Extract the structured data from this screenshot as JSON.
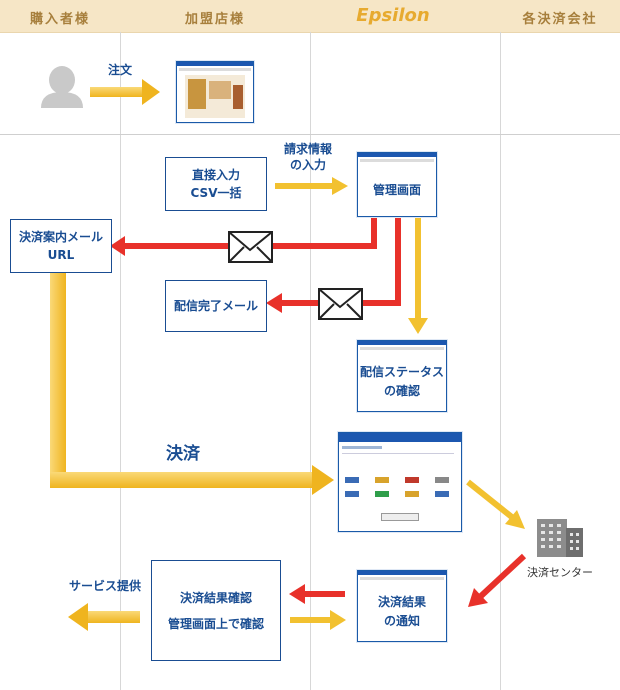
{
  "header": {
    "col_buyer": "購入者様",
    "col_merchant": "加盟店様",
    "col_epsilon": "Epsilon",
    "col_payment": "各決済会社"
  },
  "flow": {
    "order_label": "注文",
    "request_info_line1": "請求情報",
    "request_info_line2": "の入力",
    "direct_input_line1": "直接入力",
    "direct_input_line2": "CSV一括",
    "admin_screen": "管理画面",
    "payment_mail_line1": "決済案内メール",
    "payment_mail_line2": "URL",
    "delivery_done_mail": "配信完了メール",
    "delivery_status_line1": "配信ステータス",
    "delivery_status_line2": "の確認",
    "payment_label": "決済",
    "payment_center": "決済センター",
    "result_notice_line1": "決済結果",
    "result_notice_line2": "の通知",
    "result_check_line1": "決済結果確認",
    "result_check_line2": "管理画面上で確認",
    "service_provide": "サービス提供"
  },
  "colors": {
    "header_bg": "#f6e6c6",
    "header_text": "#a77f3c",
    "accent_blue": "#1a4d92",
    "arrow_yellow": "#f2c130",
    "arrow_red": "#e8312a"
  },
  "icons": [
    "person-icon",
    "envelope-icon",
    "building-icon",
    "browser-window-icon"
  ]
}
